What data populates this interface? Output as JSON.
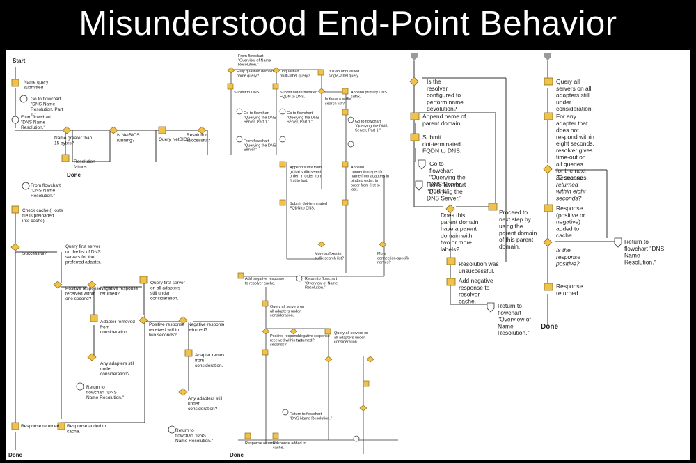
{
  "title": "Misunderstood End-Point Behavior",
  "colors": {
    "box": "#f0c14b",
    "line": "#333333",
    "bg": "#000000",
    "panel": "#ffffff",
    "connector": "#9a9a9a"
  },
  "left": {
    "start": "Start",
    "name_query": "Name query submitted",
    "goto_part1": "Go to flowchart \"DNS Name Resolution, Part 1.\"",
    "from_resolution": "From flowchart \"DNS Name Resolution.\"",
    "name_greater": "Name greater than 15 bytes?",
    "netbios_running": "Is NetBIOS running?",
    "query_netbios": "Query NetBIOS.",
    "resolution_successful": "Resolution successful?",
    "resolution_failure": "Resolution failure.",
    "done1": "Done",
    "from_c": "From flowchart \"DNS Name Resolution.\"",
    "check_cache": "Check cache (Hosts file is preloaded into cache).",
    "successful": "Successful?",
    "query_first_server": "Query first server on the list of DNS servers for the preferred adapter.",
    "positive_response_1s": "Positive response received within one second?",
    "negative_response": "Negative response returned?",
    "query_first_all": "Query first server on all adapters still under consideration.",
    "adapter_removed": "Adapter removed from consideration.",
    "positive_response_2s": "Positive response received within two seconds?",
    "negative_response_2": "Negative response returned?",
    "any_adapters": "Any adapters still under consideration?",
    "adapter_removed_2": "Adapter removed from consideration.",
    "any_adapters_2": "Any adapters still under consideration?",
    "return_flowchart": "Return to flowchart \"DNS Name Resolution.\"",
    "return_flowchart_2": "Return to flowchart \"DNS Name Resolution.\"",
    "response_returned": "Response returned.",
    "response_added": "Response added to cache.",
    "done2": "Done"
  },
  "middle": {
    "from_overview": "From flowchart \"Overview of Name Resolution.\"",
    "fqdn_query": "Fully qualified domain name query?",
    "unqualified_multi": "Unqualified multi-label query?",
    "unqualified_single": "It is an unqualified single-label query.",
    "submit_dns": "Submit to DNS.",
    "submit_dot": "Submit dot-terminated FQDN to DNS.",
    "append_primary": "Append primary DNS suffix.",
    "is_there_suffix": "Is there a suffix search list?",
    "goto_querying_1": "Go to flowchart \"Querying the DNS Server, Part 1.\"",
    "goto_querying_2": "Go to flowchart \"Querying the DNS Server, Part 1.\"",
    "goto_querying_3": "Go to flowchart \"Querying the DNS Server, Part 1.\"",
    "from_querying": "From flowchart \"Querying the DNS Server.\"",
    "append_suffix": "Append suffix from global suffix search order, in order from first to last.",
    "append_connection": "Append connection-specific name from adapters in binding order, in order from first to last.",
    "submit_dot_2": "Submit dot-terminated FQDN to DNS.",
    "more_suffixes": "More suffixes in suffix search list?",
    "more_connection": "More connection-specific names?",
    "add_negative": "Add negative response to resolver cache.",
    "return_overview": "Return to flowchart \"Overview of Name Resolution.\"",
    "query_all": "Query all servers on all adapters under consideration.",
    "positive_response": "Positive response received within two seconds?",
    "negative_returned": "Negative response returned?",
    "query_all_2": "Query all servers on all adapters under consideration.",
    "response_returned": "Response returned.",
    "response_added": "Response added to cache.",
    "return_flowchart": "Return to flowchart \"DNS Name Resolution.\"",
    "done": "Done"
  },
  "right": {
    "devolution": "Is the resolver configured to perform name devolution?",
    "append_parent": "Append name of parent domain.",
    "submit_dot": "Submit dot-terminated FQDN to DNS.",
    "goto_querying": "Go to flowchart \"Querying the DNS Server, Part 1.\"",
    "from_querying": "From flowchart \"Querying the DNS Server.\"",
    "parent_two_labels": "Does this parent domain have a parent domain with two or more labels?",
    "proceed_next": "Proceed to next step by using the parent domain of this parent domain.",
    "unsuccessful": "Resolution was unsuccessful.",
    "add_negative": "Add negative response to resolver cache.",
    "return_overview": "Return to flowchart \"Overview of Name Resolution.\"",
    "query_all_servers": "Query all servers on all adapters still under consideration.",
    "adapter_timeout": "For any adapter that does not respond within eight seconds, resolver gives time-out on all queries for the next 30 seconds.",
    "response_8s": "Response returned within eight seconds?",
    "response_added": "Response (positive or negative) added to cache.",
    "is_positive": "Is the response positive?",
    "return_dns": "Return to flowchart \"DNS Name Resolution.\"",
    "response_returned": "Response returned.",
    "done": "Done"
  }
}
